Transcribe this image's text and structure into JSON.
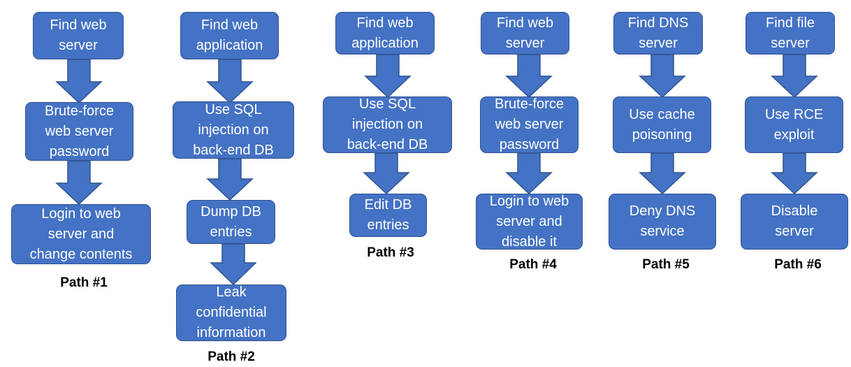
{
  "paths": [
    {
      "label": "Path #1",
      "steps": [
        "Find web\nserver",
        "Brute-force\nweb server\npassword",
        "Login to web\nserver and\nchange contents"
      ]
    },
    {
      "label": "Path #2",
      "steps": [
        "Find web\napplication",
        "Use SQL\ninjection on\nback-end DB",
        "Dump DB\nentries",
        "Leak\nconfidential\ninformation"
      ]
    },
    {
      "label": "Path #3",
      "steps": [
        "Find web\napplication",
        "Use SQL\ninjection on\nback-end DB",
        "Edit DB\nentries"
      ]
    },
    {
      "label": "Path #4",
      "steps": [
        "Find web\nserver",
        "Brute-force\nweb server\npassword",
        "Login to web\nserver and\ndisable it"
      ]
    },
    {
      "label": "Path #5",
      "steps": [
        "Find DNS\nserver",
        "Use cache\npoisoning",
        "Deny DNS\nservice"
      ]
    },
    {
      "label": "Path #6",
      "steps": [
        "Find file\nserver",
        "Use RCE\nexploit",
        "Disable\nserver"
      ]
    }
  ],
  "colors": {
    "box_fill": "#4472c4",
    "box_border": "#2f528f",
    "box_text": "#ffffff",
    "label_text": "#000000"
  }
}
